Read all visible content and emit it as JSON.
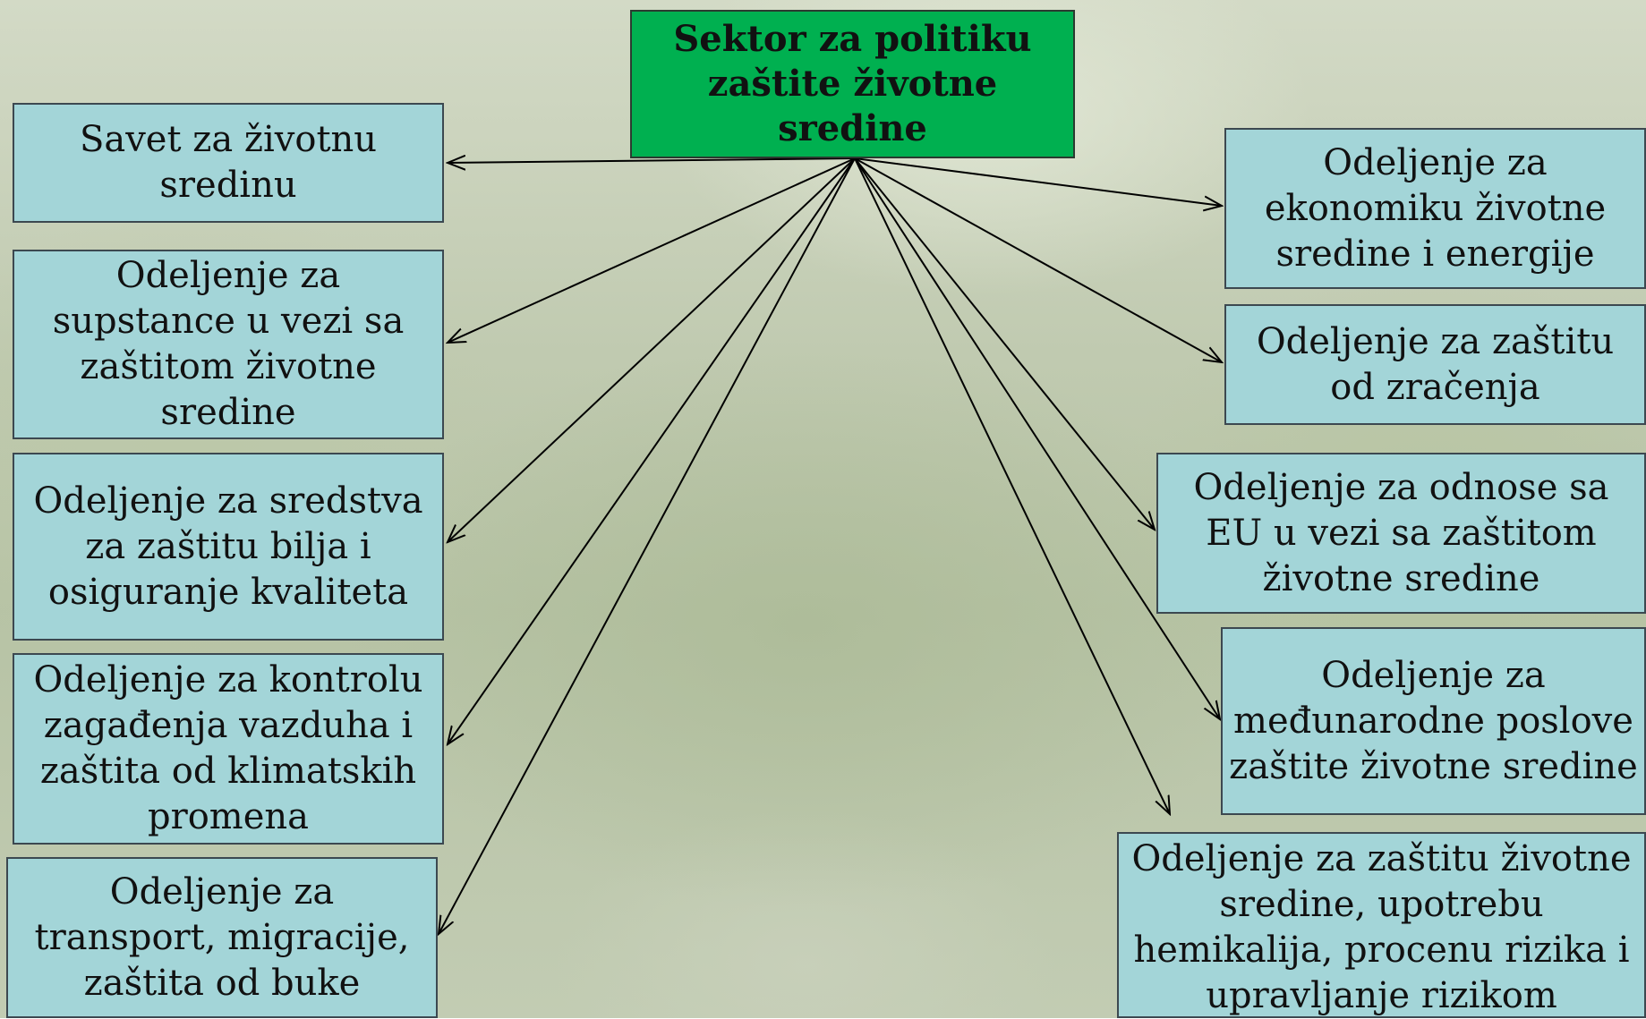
{
  "diagram": {
    "root": {
      "label": "Sektor za politiku zaštite životne sredine"
    },
    "left": [
      {
        "label": "Savet za životnu sredinu"
      },
      {
        "label": "Odeljenje za supstance u vezi sa zaštitom životne sredine"
      },
      {
        "label": "Odeljenje za sredstva za zaštitu bilja i osiguranje kvaliteta"
      },
      {
        "label": "Odeljenje za kontrolu zagađenja vazduha i zaštita od klimatskih promena"
      },
      {
        "label": "Odeljenje za transport, migracije, zaštita od buke"
      }
    ],
    "right": [
      {
        "label": "Odeljenje za ekonomiku životne sredine i energije"
      },
      {
        "label": "Odeljenje za zaštitu od zračenja"
      },
      {
        "label": "Odeljenje za odnose sa EU u vezi sa zaštitom životne sredine"
      },
      {
        "label": "Odeljenje za međunarodne poslove zaštite životne sredine"
      },
      {
        "label": "Odeljenje za zaštitu životne sredine, upotrebu hemikalija, procenu rizika i upravljanje rizikom"
      }
    ],
    "colors": {
      "root_fill": "#00b050",
      "box_fill": "#a3d5d8",
      "arrow": "#000000"
    }
  }
}
